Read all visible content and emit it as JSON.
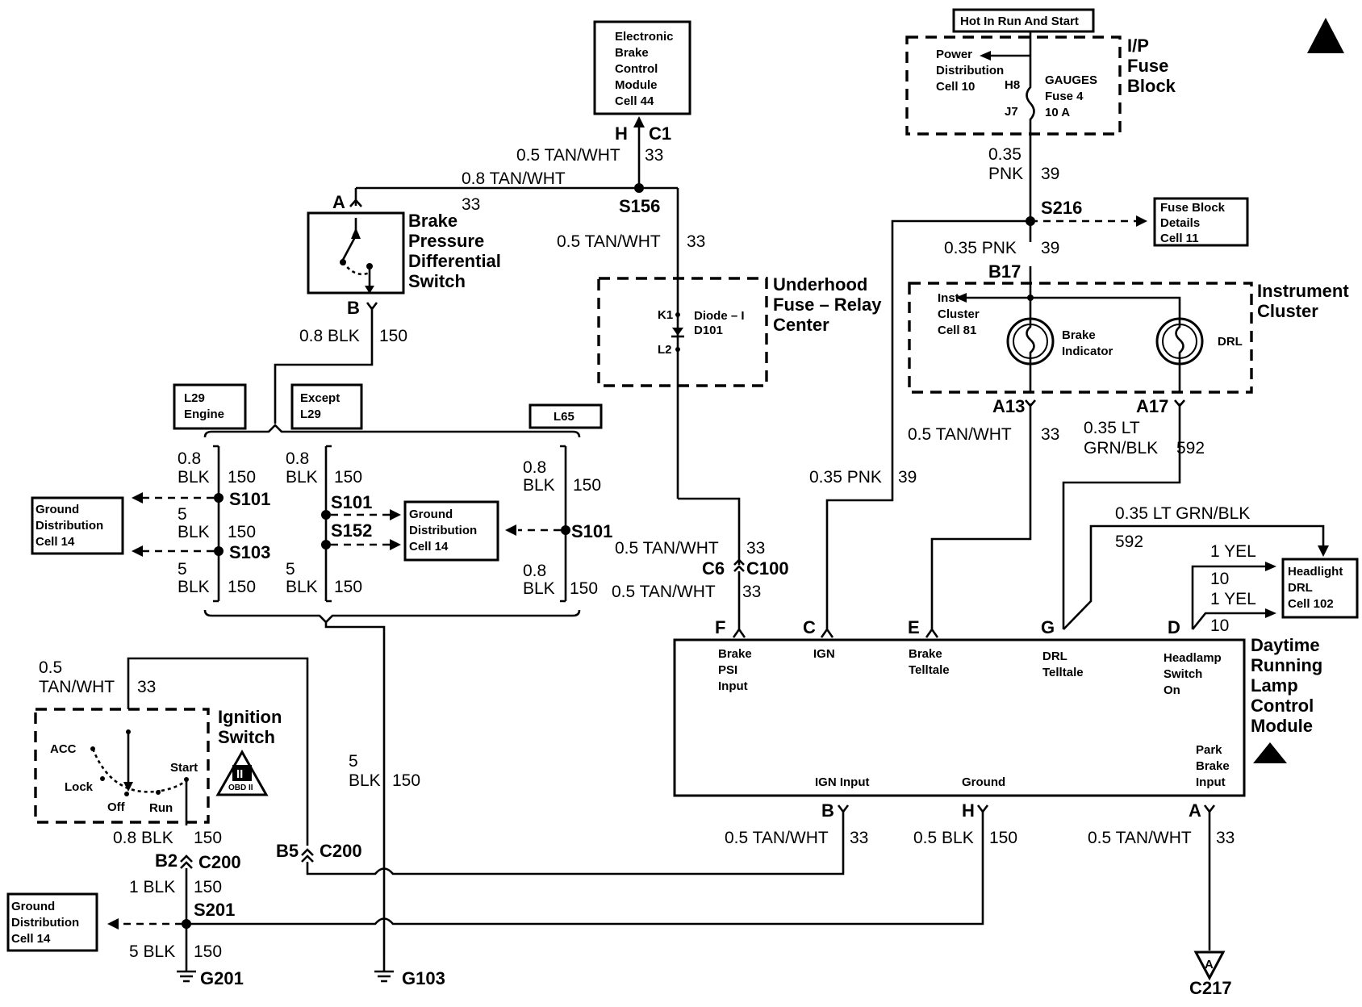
{
  "ebcm": [
    "Electronic",
    "Brake",
    "Control",
    "Module",
    "Cell 44"
  ],
  "hot_in_run": "Hot In Run And Start",
  "ip_fuse_block": [
    "I/P",
    "Fuse",
    "Block"
  ],
  "power_dist": [
    "Power",
    "Distribution",
    "Cell 10"
  ],
  "gauges_fuse": [
    "GAUGES",
    "Fuse 4",
    "10 A"
  ],
  "pin_h8": "H8",
  "pin_j7": "J7",
  "fuse_block_details": [
    "Fuse Block",
    "Details",
    "Cell 11"
  ],
  "brake_pressure_switch": [
    "Brake",
    "Pressure",
    "Differential",
    "Switch"
  ],
  "underhood": [
    "Underhood",
    "Fuse – Relay",
    "Center"
  ],
  "diode": [
    "Diode – I",
    "D101"
  ],
  "pin_k1": "K1",
  "pin_l2": "L2",
  "instrument_cluster": [
    "Instrument",
    "Cluster"
  ],
  "inst_cluster_ref": [
    "Inst",
    "Cluster",
    "Cell 81"
  ],
  "brake_indicator": [
    "Brake",
    "Indicator"
  ],
  "drl_lamp": "DRL",
  "l29_engine": [
    "L29",
    "Engine"
  ],
  "except_l29": [
    "Except",
    "L29"
  ],
  "l65": "L65",
  "ground_dist": [
    "Ground",
    "Distribution",
    "Cell 14"
  ],
  "headlight_drl": [
    "Headlight",
    "DRL",
    "Cell 102"
  ],
  "ignition_switch": [
    "Ignition",
    "Switch"
  ],
  "ign_positions": {
    "acc": "ACC",
    "lock": "Lock",
    "off": "Off",
    "run": "Run",
    "start": "Start"
  },
  "obd": [
    "II",
    "OBD II"
  ],
  "drl_module": [
    "Daytime",
    "Running",
    "Lamp",
    "Control",
    "Module"
  ],
  "module_pins": {
    "f": {
      "pin": "F",
      "label": [
        "Brake",
        "PSI",
        "Input"
      ]
    },
    "c": {
      "pin": "C",
      "label": [
        "IGN"
      ]
    },
    "e": {
      "pin": "E",
      "label": [
        "Brake",
        "Telltale"
      ]
    },
    "g": {
      "pin": "G",
      "label": [
        "DRL",
        "Telltale"
      ]
    },
    "d": {
      "pin": "D",
      "label": [
        "Headlamp",
        "Switch",
        "On"
      ]
    },
    "b": {
      "pin": "B",
      "label": [
        "IGN Input"
      ]
    },
    "h": {
      "pin": "H",
      "label": [
        "Ground"
      ]
    },
    "a": {
      "pin": "A",
      "label": [
        "Park",
        "Brake",
        "Input"
      ]
    }
  },
  "wires": {
    "tan_whx_c1": "0.5 TAN/WHT",
    "tan_w_08": "0.8 TAN/WHT",
    "circuit_33": "33",
    "tan_w_05": "0.5 TAN/WHT",
    "pnk_035": "0.35",
    "pnk": "PNK",
    "circuit_39": "39",
    "pnk_035_full": "0.35 PNK",
    "blk_08_150": "0.8 BLK",
    "circuit_150": "150",
    "blk_08": [
      "0.8",
      "BLK"
    ],
    "blk_5": [
      "5",
      "BLK"
    ],
    "lt_grn_035": [
      "0.35 LT",
      "GRN/BLK"
    ],
    "circuit_592": "592",
    "lt_grn_full": "0.35 LT GRN/BLK",
    "yel_1": "1 YEL",
    "circuit_10": "10",
    "tan_05_split": [
      "0.5",
      "TAN/WHT"
    ],
    "blk_1": "1 BLK",
    "blk_5_full": "5 BLK",
    "blk_05": "0.5 BLK"
  },
  "connectors": {
    "h": "H",
    "c1": "C1",
    "a": "A",
    "b": "B",
    "s156": "S156",
    "s216": "S216",
    "b17": "B17",
    "a13": "A13",
    "a17": "A17",
    "s101": "S101",
    "s103": "S103",
    "s152": "S152",
    "c6": "C6",
    "c100": "C100",
    "b5": "B5",
    "c200": "C200",
    "b2": "B2",
    "s201": "S201",
    "g201": "G201",
    "g103": "G103",
    "c217": "C217",
    "c217_a": "A"
  }
}
